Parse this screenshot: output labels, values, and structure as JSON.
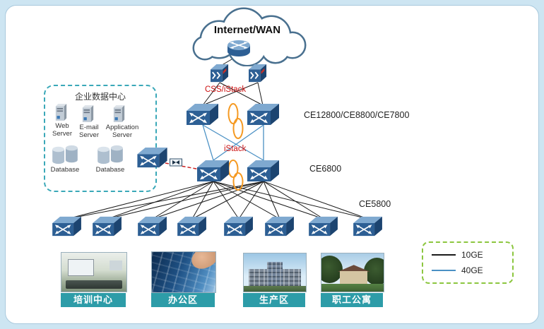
{
  "cloud": {
    "label": "Internet/WAN"
  },
  "annotations": {
    "css_istack": "CSS/iStack",
    "istack": "iStack",
    "core_models": "CE12800/CE8800/CE7800",
    "agg_model": "CE6800",
    "access_model": "CE5800"
  },
  "datacenter": {
    "title": "企业数据中心",
    "servers": [
      {
        "label": "Web Server"
      },
      {
        "label": "E-mail Server"
      },
      {
        "label": "Application Server"
      }
    ],
    "databases": [
      {
        "label": "Database"
      },
      {
        "label": "Database"
      }
    ]
  },
  "sites": [
    {
      "label": "培训中心"
    },
    {
      "label": "办公区"
    },
    {
      "label": "生产区"
    },
    {
      "label": "职工公寓"
    }
  ],
  "legend": {
    "items": [
      {
        "label": "10GE",
        "color": "#1a1a1a"
      },
      {
        "label": "40GE",
        "color": "#4a90c4"
      }
    ]
  },
  "icons": {
    "switch": "lan-switch-icon",
    "router": "router-icon",
    "gateway": "security-gateway-icon",
    "server": "server-tower-icon",
    "database": "database-cylinders-icon",
    "optical_module": "optical-module-icon"
  },
  "colors": {
    "page_bg": "#cde5f2",
    "panel_bg": "#ffffff",
    "node_blue": "#2d5f94",
    "stack_ring": "#f59a23",
    "red_label": "#cc1111",
    "site_label_bg": "#2d9ca8",
    "dc_border": "#3aa8b8",
    "legend_border": "#8cc63f",
    "link_10ge": "#1a1a1a",
    "link_40ge": "#4a90c4"
  }
}
